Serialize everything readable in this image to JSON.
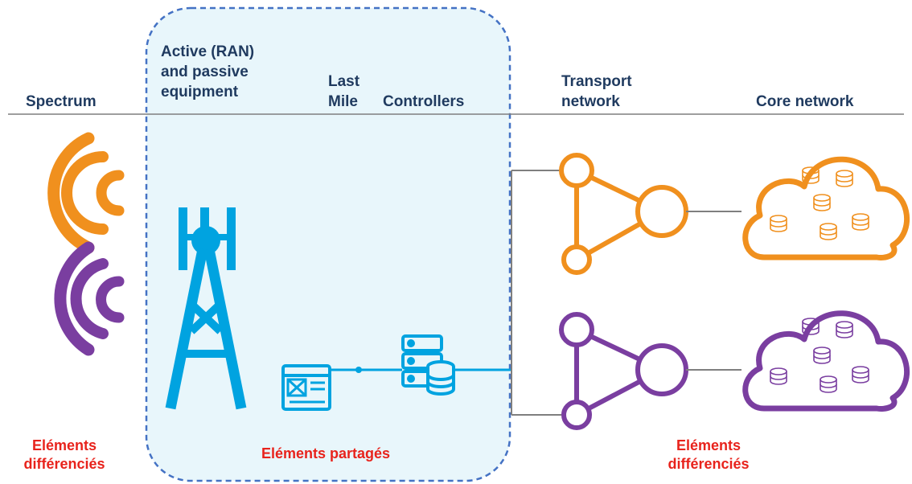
{
  "headers": {
    "spectrum": "Spectrum",
    "active_passive": "Active (RAN)\nand passive\nequipment",
    "last_mile": "Last\nMile",
    "controllers": "Controllers",
    "transport": "Transport\nnetwork",
    "core": "Core network"
  },
  "labels": {
    "left_diff": "Eléments\ndifférenciés",
    "shared": "Eléments partagés",
    "right_diff": "Eléments\ndifférenciés"
  },
  "colors": {
    "header_text": "#1f3a5f",
    "red_label": "#e8231c",
    "shared_fill": "#e8f6fb",
    "shared_border": "#4472c4",
    "blue_icon": "#00a3e0",
    "orange": "#f0901e",
    "purple": "#7a3ea0",
    "connector": "#7f7f7f",
    "divider": "#7f7f7f"
  },
  "icons": {
    "signal_top": "radio-waves-icon",
    "signal_bottom": "radio-waves-icon",
    "tower": "cell-tower-icon",
    "last_mile": "network-panel-icon",
    "controllers": "server-database-icon",
    "transport_top": "network-triangle-icon",
    "transport_bottom": "network-triangle-icon",
    "core_top": "cloud-database-icon",
    "core_bottom": "cloud-database-icon"
  }
}
